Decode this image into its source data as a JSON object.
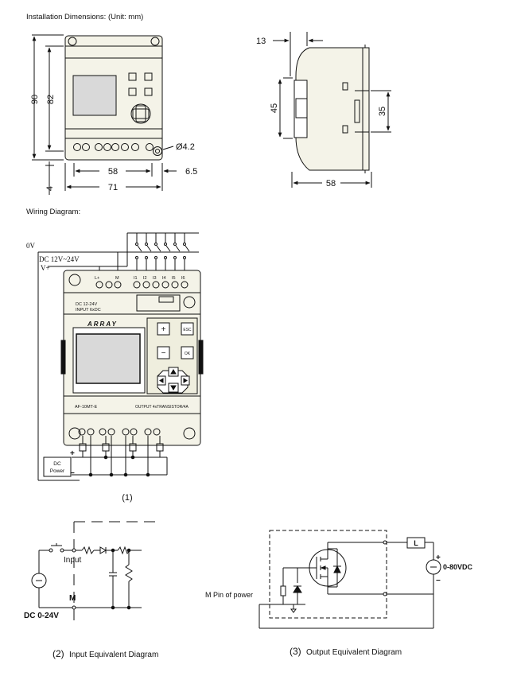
{
  "headings": {
    "installation": "Installation Dimensions: (Unit: mm)",
    "wiring": "Wiring Diagram:"
  },
  "dimensions": {
    "front": {
      "height_total": "90",
      "height_body": "82",
      "width_body": "58",
      "width_total": "71",
      "bottom_offset": "4",
      "hole_dia": "Ø4.2",
      "hole_offset": "6.5"
    },
    "side": {
      "top_offset": "13",
      "rail_height": "45",
      "right_height": "35",
      "depth": "58"
    }
  },
  "wiring": {
    "zero_v": "0V",
    "supply": "DC 12V~24V",
    "v_plus": "V+",
    "terminals": [
      "L+",
      "M",
      "I1",
      "I2",
      "I3",
      "I4",
      "I5",
      "I6"
    ],
    "input_label_1": "DC  12-24V",
    "input_label_2": "INPUT 6xDC",
    "brand": "ARRAY",
    "keys": {
      "plus": "+",
      "esc": "ESC",
      "minus": "−",
      "ok": "OK"
    },
    "model": "AF-10MT-E",
    "output_label": "OUTPUT 4xTRANSISTOR/4A",
    "dc_power": [
      "DC",
      "Power"
    ],
    "plus": "+",
    "minus": "−",
    "caption": "(1)"
  },
  "input_diagram": {
    "input": "Input",
    "m": "M",
    "supply": "DC 0-24V",
    "caption_num": "(2)",
    "caption": "Input Equivalent Diagram"
  },
  "output_diagram": {
    "m_pin": "M Pin of power",
    "load": "L",
    "supply": "0-80VDC",
    "plus": "+",
    "minus": "−",
    "caption_num": "(3)",
    "caption": "Output Equivalent Diagram"
  },
  "colors": {
    "line": "#111111",
    "body": "#f4f3e8",
    "panel": "#efeede",
    "screen": "#d9d9d9"
  }
}
